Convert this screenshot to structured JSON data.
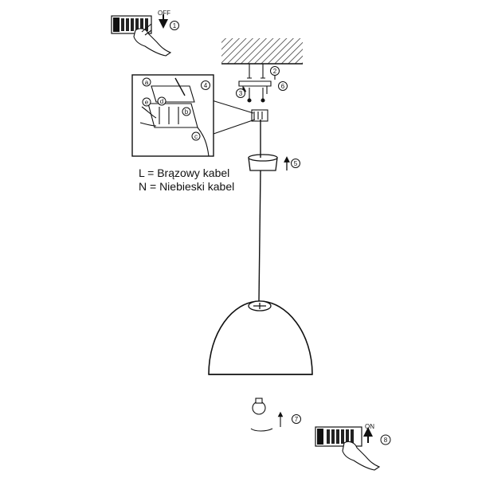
{
  "switch_off": {
    "label": "OFF",
    "step": "1"
  },
  "switch_on": {
    "label": "ON",
    "step": "8"
  },
  "steps": {
    "s2": "2",
    "s3": "3",
    "s4": "4",
    "s5": "5",
    "s6": "6",
    "s7": "7"
  },
  "detail_labels": {
    "a": "a",
    "b": "b",
    "c": "c",
    "d": "d",
    "e": "e"
  },
  "legend": {
    "line_l": "L = Brązowy kabel",
    "line_n": "N = Niebieski kabel"
  }
}
